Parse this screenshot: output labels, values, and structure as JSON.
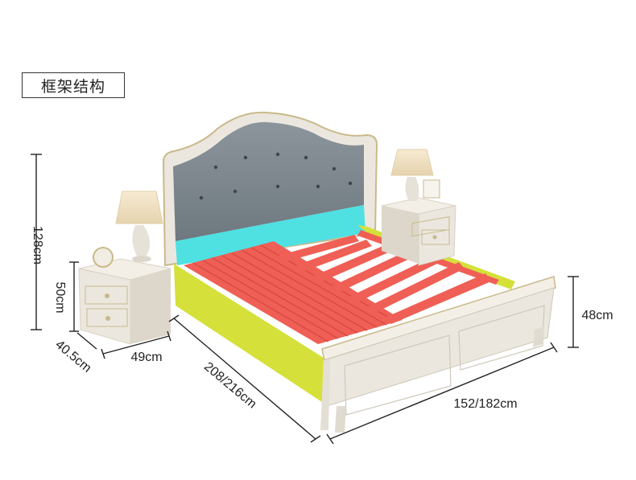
{
  "title": "框架结构",
  "dimensions": {
    "height_total": "128cm",
    "nightstand_height": "50cm",
    "nightstand_depth": "40.5cm",
    "nightstand_width": "49cm",
    "bed_length": "208/216cm",
    "bed_width": "152/182cm",
    "footboard_height": "48cm"
  },
  "colors": {
    "headboard_panel": "#7f8a91",
    "frame_white": "#ebe7df",
    "cyan_highlight": "#4fe0e2",
    "yellow_highlight": "#d5e03a",
    "red_slats": "#ef5f55",
    "lamp_shade": "#f1e1c3"
  }
}
